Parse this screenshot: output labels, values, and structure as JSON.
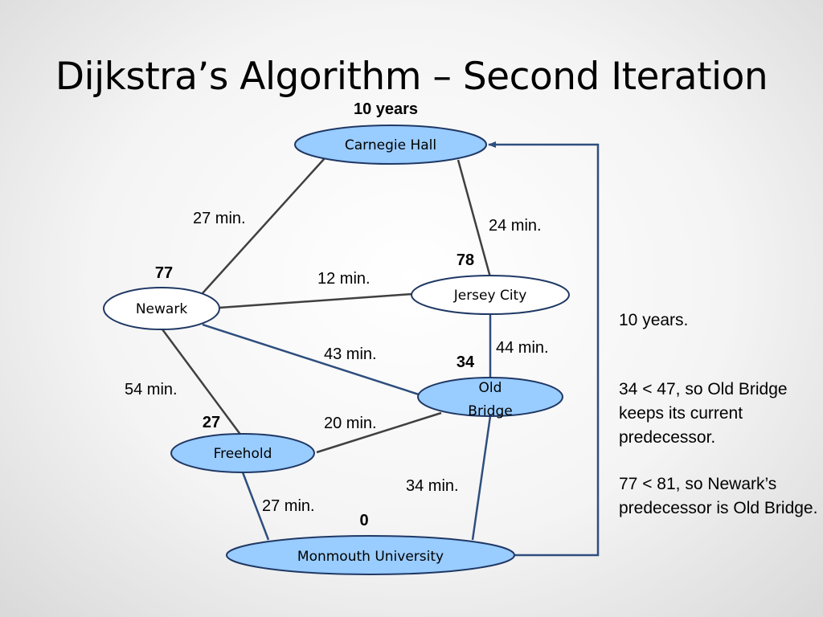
{
  "title": "Dijkstra’s Algorithm – Second Iteration",
  "nodes": {
    "carnegie": {
      "label": "Carnegie Hall",
      "distance": "10 years"
    },
    "newark": {
      "label": "Newark",
      "distance": "77"
    },
    "jersey": {
      "label": "Jersey City",
      "distance": "78"
    },
    "oldbridge": {
      "label_line1": "Old",
      "label_line2": "Bridge",
      "distance": "34"
    },
    "freehold": {
      "label": "Freehold",
      "distance": "27"
    },
    "monmouth": {
      "label": "Monmouth University",
      "distance": "0"
    }
  },
  "edges": {
    "newark_carnegie": "27 min.",
    "carnegie_jersey": "24 min.",
    "newark_jersey": "12 min.",
    "newark_oldbridge": "43 min.",
    "jersey_oldbridge": "44 min.",
    "newark_freehold": "54 min.",
    "freehold_oldbridge": "20 min.",
    "oldbridge_monmouth": "34 min.",
    "freehold_monmouth": "27 min."
  },
  "notes": [
    "10 years.",
    "34 < 47, so Old Bridge keeps its current predecessor.",
    "77 < 81, so Newark’s predecessor is Old Bridge."
  ],
  "colors": {
    "node_fill_highlight": "#99ccff",
    "node_fill_plain": "#ffffff",
    "node_stroke": "#1f3864",
    "edge_gray": "#404040",
    "edge_blue": "#2e4e7e"
  }
}
